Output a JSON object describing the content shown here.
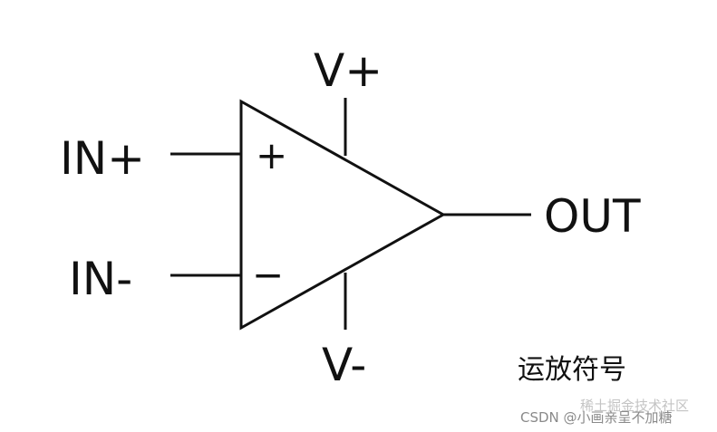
{
  "labels": {
    "in_plus": "IN+",
    "in_minus": "IN-",
    "v_plus": "V+",
    "v_minus": "V-",
    "out": "OUT",
    "plus_sign": "+",
    "minus_sign": "−"
  },
  "caption": "运放符号",
  "watermark": {
    "primary": "CSDN @小画亲呈不加糖",
    "ghost": "稀土掘金技术社区"
  },
  "colors": {
    "line": "#111111",
    "background": "#ffffff",
    "watermark": "#8a8a8a"
  }
}
